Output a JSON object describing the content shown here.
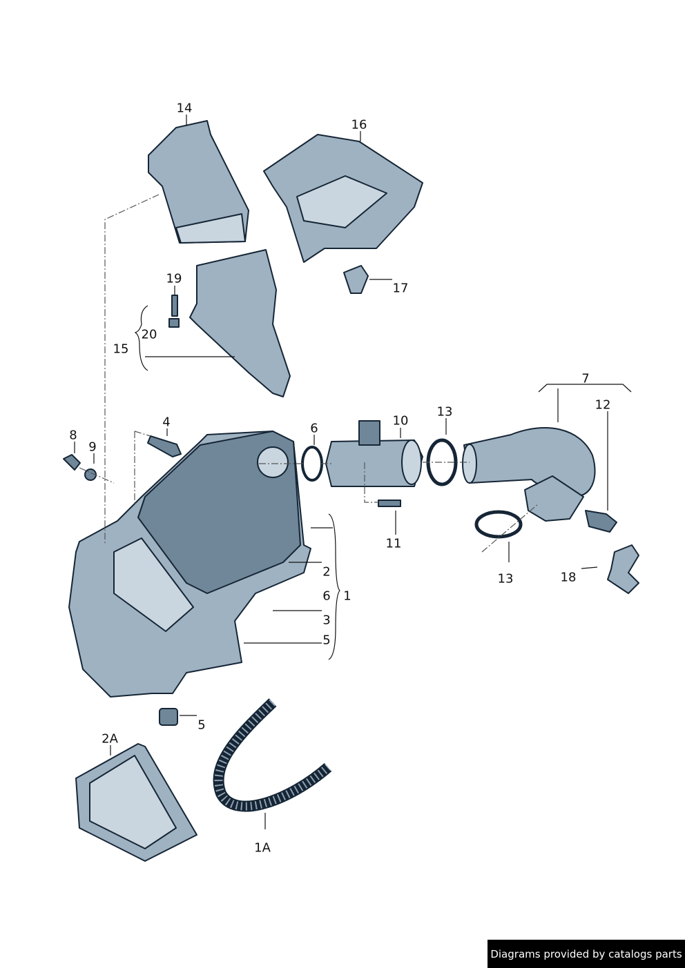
{
  "diagram": {
    "callouts": [
      "14",
      "16",
      "17",
      "19",
      "20",
      "15",
      "4",
      "8",
      "9",
      "6",
      "10",
      "13",
      "7",
      "12",
      "11",
      "13",
      "18",
      "2",
      "6",
      "1",
      "3",
      "5",
      "5",
      "2A",
      "1A"
    ],
    "colors": {
      "part": "#9fb2c2",
      "part_dark": "#6f8799",
      "outline": "#152535"
    }
  },
  "footer": {
    "text": "Diagrams provided by catalogs parts"
  }
}
